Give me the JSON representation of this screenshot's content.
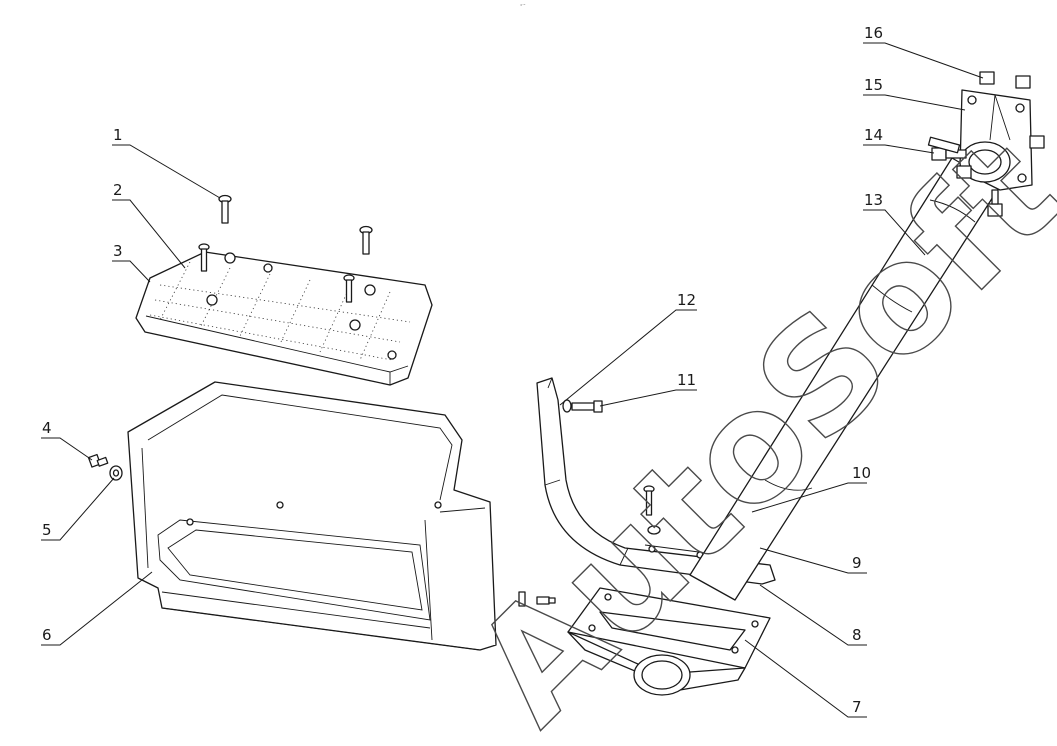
{
  "watermark": "AutoSoft",
  "top_mark": "°′″",
  "callouts": [
    "1",
    "2",
    "3",
    "4",
    "5",
    "6",
    "7",
    "8",
    "9",
    "10",
    "11",
    "12",
    "13",
    "14",
    "15",
    "16"
  ]
}
